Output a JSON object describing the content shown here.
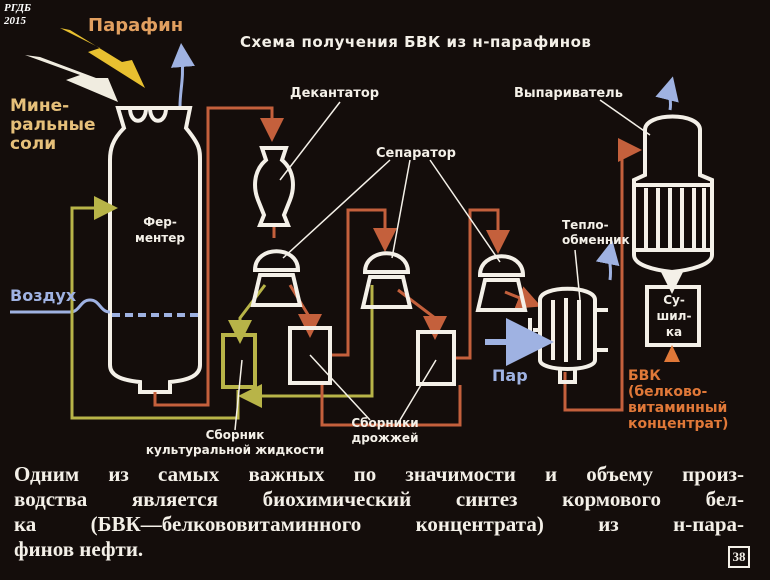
{
  "watermark": {
    "line1": "РГДБ",
    "line2": "2015"
  },
  "title": "Схема получения БВК из н-парафинов",
  "inputs": {
    "paraffin": "Парафин",
    "minerals": [
      "Мине-",
      "ральные",
      "соли"
    ],
    "air": "Воздух",
    "steam": "Пар"
  },
  "labels": {
    "fermenter": [
      "Фер-",
      "ментер"
    ],
    "decanter": "Декантатор",
    "separator": "Сепаратор",
    "evaporator": "Выпариватель",
    "heat_exchanger": [
      "Тепло-",
      "обменник"
    ],
    "dryer": [
      "Су-",
      "шил-",
      "ка"
    ],
    "culture_collector": [
      "Сборник",
      "культуральной жидкости"
    ],
    "yeast_collectors": [
      "Сборники",
      "дрожжей"
    ]
  },
  "output": [
    "БВК",
    "(белково-",
    "витаминный",
    "концентрат)"
  ],
  "caption": [
    "Одним из самых важных по значимости и объему произ-",
    "водства является биохимический синтез кормового бел-",
    "ка (БВК—белкововитаминного концентрата) из н-пара-",
    "финов нефти."
  ],
  "frame_number": "38",
  "colors": {
    "background": "#140d0b",
    "pipe_orange": "#c4603c",
    "pipe_yellow": "#b8b448",
    "air_blue": "#9fb2e2",
    "outline": "#f4f0e8"
  }
}
